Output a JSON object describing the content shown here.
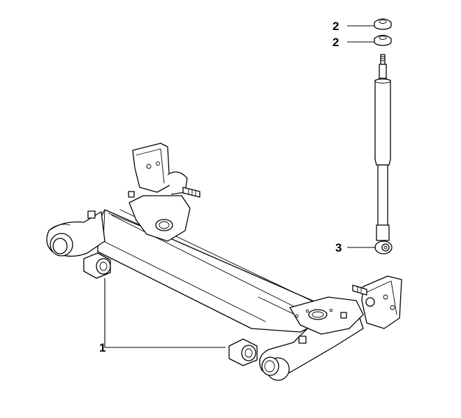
{
  "callouts": [
    {
      "id": "bushing",
      "label": "1"
    },
    {
      "id": "upper-washer",
      "label": "2"
    },
    {
      "id": "lower-washer",
      "label": "2"
    },
    {
      "id": "shock-bush",
      "label": "3"
    }
  ]
}
